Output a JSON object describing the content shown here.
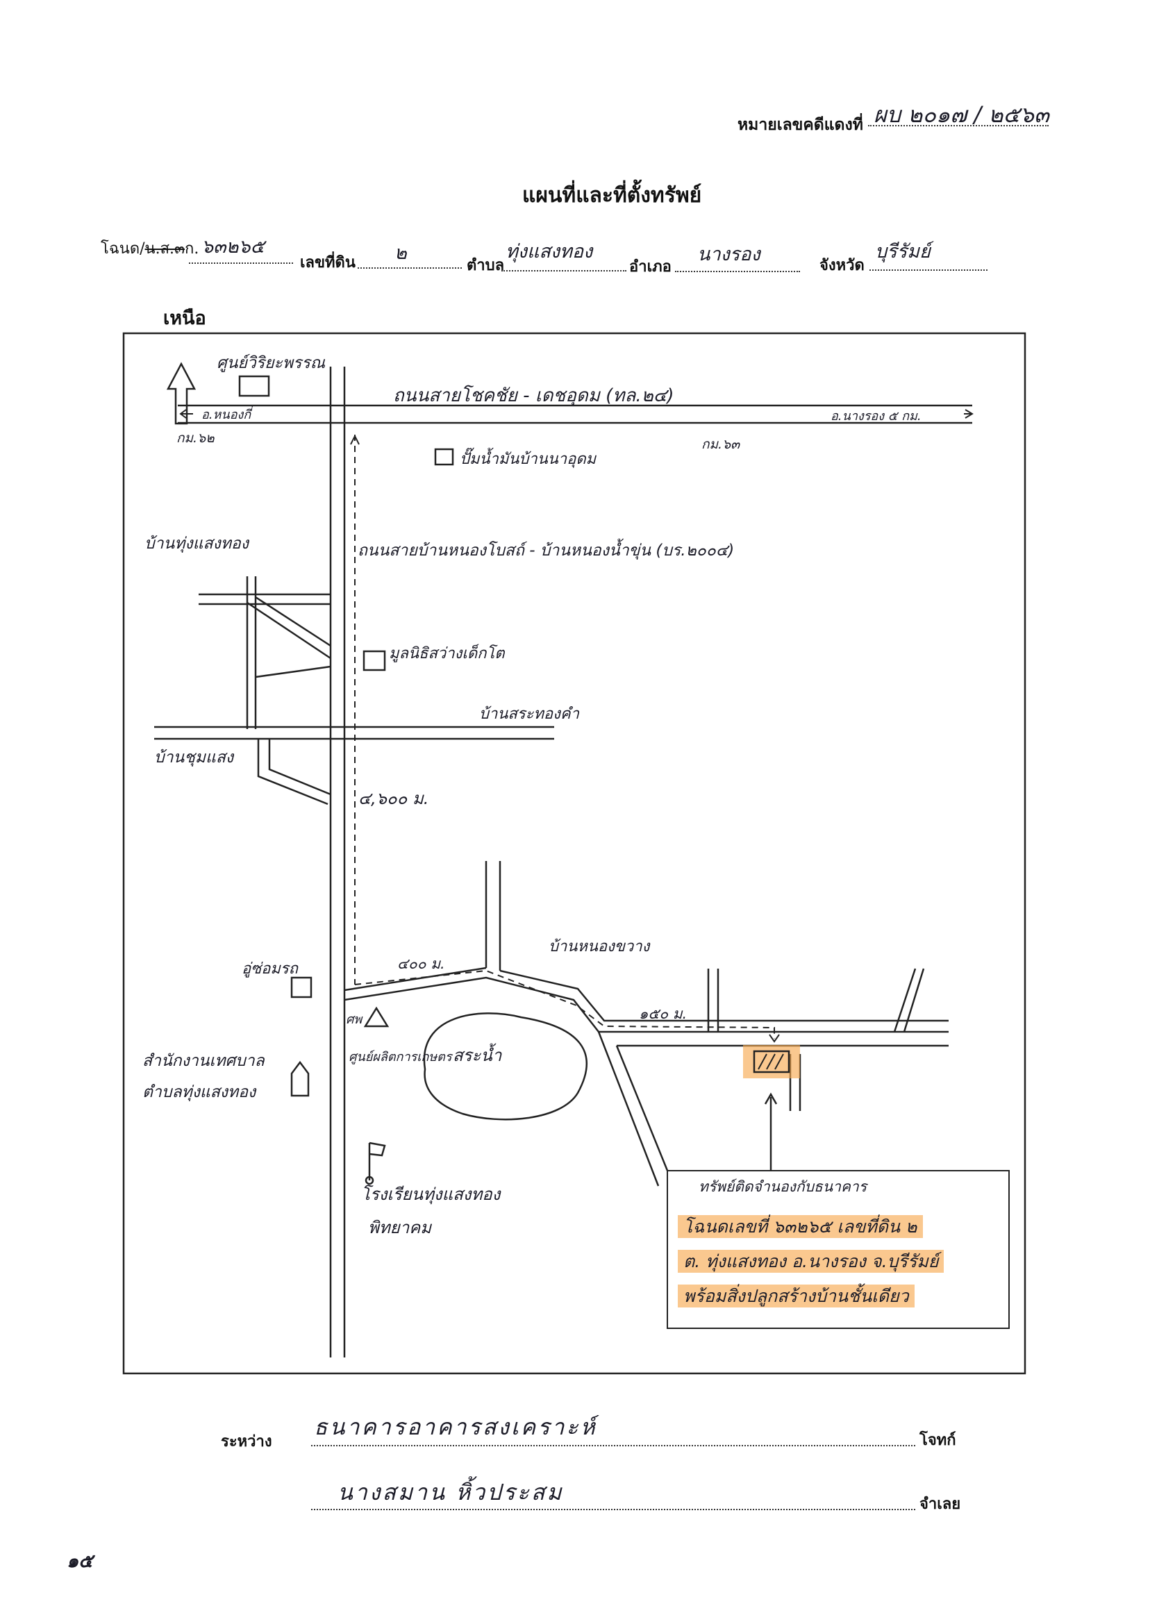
{
  "header": {
    "case_label": "หมายเลขคดีแดงที่",
    "case_value": "ผบ ๒๐๑๗ / ๒๕๖๓"
  },
  "title": "แผนที่และที่ตั้งทรัพย์",
  "deed_row": {
    "deed_label_prefix": "โฉนด/",
    "deed_label_struck": "น.ส.๓",
    "deed_label_suffix": "ก.",
    "deed_value": "๖๓๒๖๕",
    "parcel_label": "เลขที่ดิน",
    "parcel_value": "๒",
    "tambon_label": "ตำบล",
    "tambon_value": "ทุ่งแสงทอง",
    "amphoe_label": "อำเภอ",
    "amphoe_value": "นางรอง",
    "province_label": "จังหวัด",
    "province_value": "บุรีรัมย์"
  },
  "north_label": "เหนือ",
  "map": {
    "center_building": "ศูนย์วิริยะพรรณ",
    "left_road_dir": "อ.หนองกี่",
    "km_left": "กม.๖๒",
    "highway": "ถนนสายโชคชัย - เดชอุดม (ทล.๒๔)",
    "right_road_dir": "อ.นางรอง ๕ กม.",
    "km_right": "กม.๖๓",
    "gas_station": "ปั๊มน้ำมันบ้านนาอุดม",
    "village_tsl": "บ้านทุ่งแสงทอง",
    "local_road": "ถนนสายบ้านหนองโบสถ์ - บ้านหนองน้ำขุ่น (บร.๒๐๐๔)",
    "foundation": "มูลนิธิสว่างเด็กโต",
    "village_right": "บ้านสระทองคำ",
    "village_chum": "บ้านชุมแสง",
    "distance_main": "๔,๖๐๐ ม.",
    "village_kwang": "บ้านหนองขวาง",
    "distance_400": "๔๐๐ ม.",
    "distance_150": "๑๕๐ ม.",
    "shop": "อู่ซ่อมรถ",
    "market_center": "ศูนย์ผลิตการเกษตร",
    "market_tag": "ศพ",
    "pond": "สระน้ำ",
    "municipal_office_1": "สำนักงานเทศบาล",
    "municipal_office_2": "ตำบลทุ่งแสงทอง",
    "school_1": "โรงเรียนทุ่งแสงทอง",
    "school_2": "พิทยาคม"
  },
  "property_box": {
    "heading": "ทรัพย์ติดจำนองกับธนาคาร",
    "line1": "โฉนดเลขที่ ๖๓๒๖๕ เลขที่ดิน ๒",
    "line2": "ต. ทุ่งแสงทอง อ.นางรอง จ.บุรีรัมย์",
    "line3": "พร้อมสิ่งปลูกสร้างบ้านชั้นเดียว"
  },
  "parties": {
    "between_label": "ระหว่าง",
    "plaintiff_value": "ธนาคารอาคารสงเคราะห์",
    "plaintiff_label": "โจทก์",
    "defendant_value": "นางสมาน หิ้วประสม",
    "defendant_label": "จำเลย"
  },
  "page_no": "๑๕",
  "colors": {
    "highlight": "#f7a64a",
    "ink": "#1c1c28",
    "border": "#222222"
  }
}
